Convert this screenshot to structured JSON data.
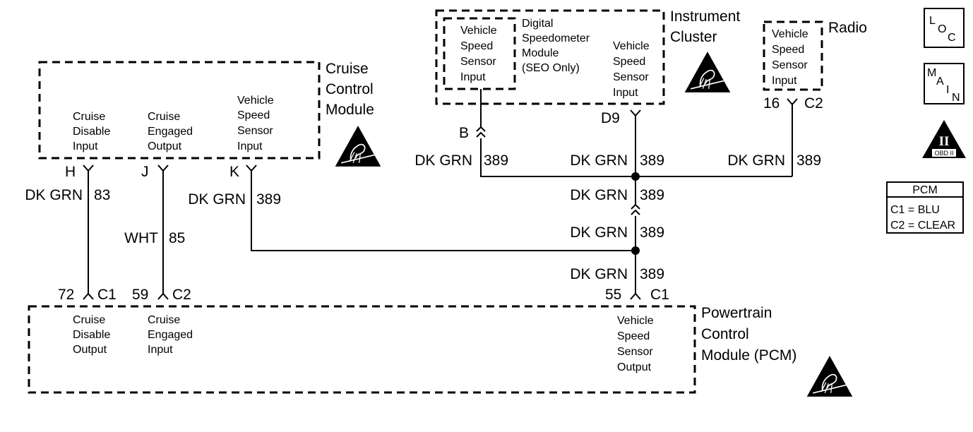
{
  "modules": {
    "cruise": {
      "title": [
        "Cruise",
        "Control",
        "Module"
      ],
      "pins": [
        {
          "label": [
            "Cruise",
            "Disable",
            "Input"
          ]
        },
        {
          "label": [
            "Cruise",
            "Engaged",
            "Output"
          ]
        },
        {
          "label": [
            "Vehicle",
            "Speed",
            "Sensor",
            "Input"
          ]
        }
      ]
    },
    "instrument_cluster": {
      "title": [
        "Instrument",
        "Cluster"
      ],
      "inner_vss": [
        "Vehicle",
        "Speed",
        "Sensor",
        "Input"
      ],
      "digital_speedo": [
        "Digital",
        "Speedometer",
        "Module",
        "(SEO Only)"
      ],
      "outer_vss": [
        "Vehicle",
        "Speed",
        "Sensor",
        "Input"
      ]
    },
    "radio": {
      "title": "Radio",
      "vss": [
        "Vehicle",
        "Speed",
        "Sensor",
        "Input"
      ]
    },
    "pcm": {
      "title": [
        "Powertrain",
        "Control",
        "Module (PCM)"
      ],
      "pins": [
        {
          "label": [
            "Cruise",
            "Disable",
            "Output"
          ]
        },
        {
          "label": [
            "Cruise",
            "Engaged",
            "Input"
          ]
        },
        {
          "label": [
            "Vehicle",
            "Speed",
            "Sensor",
            "Output"
          ]
        }
      ]
    }
  },
  "connectors": {
    "h": "H",
    "j": "J",
    "k": "K",
    "b": "B",
    "d9": "D9",
    "radio_pin": "16",
    "radio_conn": "C2",
    "pcm_72": "72",
    "pcm_c1a": "C1",
    "pcm_59": "59",
    "pcm_c2": "C2",
    "pcm_55": "55",
    "pcm_c1b": "C1"
  },
  "wires": {
    "h_color": "DK GRN",
    "h_circuit": "83",
    "j_color": "WHT",
    "j_circuit": "85",
    "k_color": "DK GRN",
    "k_circuit": "389",
    "b_color": "DK GRN",
    "b_circuit": "389",
    "d9_color": "DK GRN",
    "d9_circuit": "389",
    "radio_color": "DK GRN",
    "radio_circuit": "389",
    "mid1_color": "DK GRN",
    "mid1_circuit": "389",
    "mid2_color": "DK GRN",
    "mid2_circuit": "389",
    "pcm_color": "DK GRN",
    "pcm_circuit": "389"
  },
  "legend": {
    "loc": [
      "L",
      "O",
      "C"
    ],
    "main": [
      "M",
      "A",
      "I",
      "N"
    ],
    "obd_roman": "II",
    "obd_label": "OBD II",
    "pcm_title": "PCM",
    "pcm_c1": "C1 = BLU",
    "pcm_c2": "C2 = CLEAR"
  },
  "icons": [
    "esd-warning-icon",
    "loc-icon",
    "main-icon",
    "obd-ii-icon"
  ]
}
